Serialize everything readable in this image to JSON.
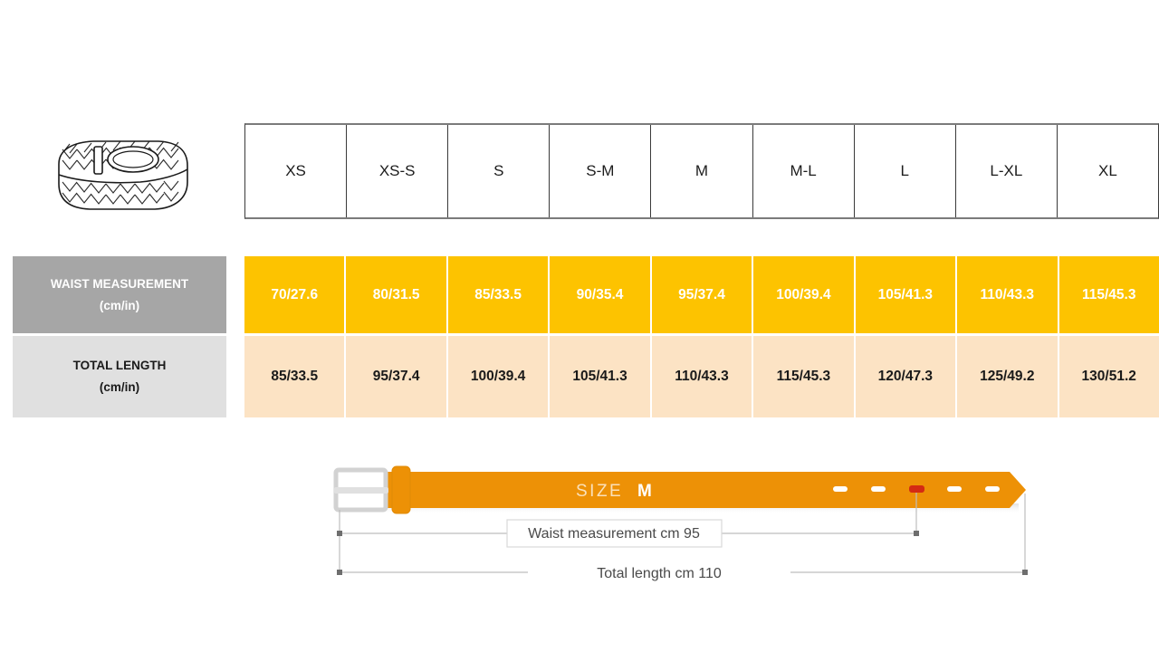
{
  "product_icon": {
    "name": "braided-belt-illustration"
  },
  "size_table": {
    "headers": [
      "XS",
      "XS-S",
      "S",
      "S-M",
      "M",
      "M-L",
      "L",
      "L-XL",
      "XL"
    ],
    "rows": [
      {
        "label_line1": "WAIST MEASUREMENT",
        "label_line2": "(cm/in)",
        "values": [
          "70/27.6",
          "80/31.5",
          "85/33.5",
          "90/35.4",
          "95/37.4",
          "100/39.4",
          "105/41.3",
          "110/43.3",
          "115/45.3"
        ]
      },
      {
        "label_line1": "TOTAL LENGTH",
        "label_line2": "(cm/in)",
        "values": [
          "85/33.5",
          "95/37.4",
          "100/39.4",
          "105/41.3",
          "110/43.3",
          "115/45.3",
          "120/47.3",
          "125/49.2",
          "130/51.2"
        ]
      }
    ]
  },
  "belt_diagram": {
    "size_label": "SIZE",
    "size_value": "M",
    "waist_dimension_label": "Waist measurement cm 95",
    "total_dimension_label": "Total length cm 110",
    "holes": [
      {
        "highlighted": false
      },
      {
        "highlighted": false
      },
      {
        "highlighted": true
      },
      {
        "highlighted": false
      },
      {
        "highlighted": false
      }
    ]
  },
  "colors": {
    "table_orange": "#fdc300",
    "table_peach": "#fce3c4",
    "label_gray_dark": "#a6a6a6",
    "label_gray_light": "#e0e0e0",
    "belt_orange": "#ed9106",
    "hole_highlight_red": "#d42a13",
    "buckle_gray": "#e8e8e8",
    "dimension_line_gray": "#b5b5b5"
  }
}
